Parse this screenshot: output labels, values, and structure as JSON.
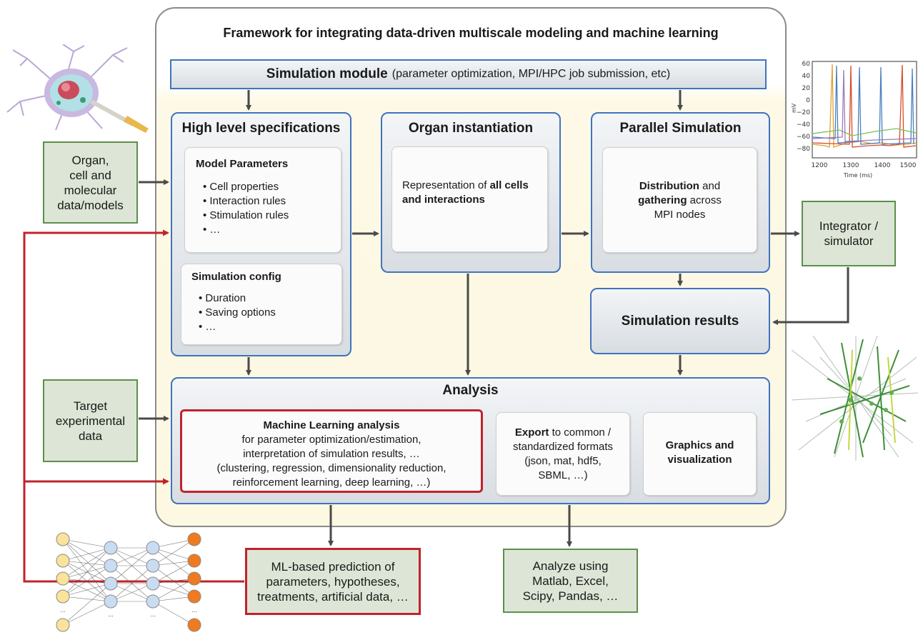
{
  "framework": {
    "title": "Framework for integrating data-driven multiscale modeling and machine learning"
  },
  "simulation_module": {
    "title": "Simulation module",
    "detail": "(parameter optimization, MPI/HPC job submission, etc)"
  },
  "high_level": {
    "title": "High level specifications",
    "model_parameters": {
      "title": "Model Parameters",
      "items": [
        "Cell properties",
        "Interaction rules",
        "Stimulation rules",
        "…"
      ]
    },
    "simulation_config": {
      "title": "Simulation config",
      "items": [
        "Duration",
        "Saving options",
        "…"
      ]
    }
  },
  "organ_instantiation": {
    "title": "Organ instantiation",
    "text_plain": "Representation of ",
    "text_bold": "all cells and interactions"
  },
  "parallel_simulation": {
    "title": "Parallel Simulation",
    "bold1": "Distribution",
    "plain1": " and",
    "bold2": "gathering",
    "plain2": " across",
    "plain3": "MPI nodes"
  },
  "simulation_results": {
    "title": "Simulation results"
  },
  "analysis": {
    "title": "Analysis",
    "ml": {
      "title": "Machine Learning analysis",
      "lines": [
        "for parameter optimization/estimation,",
        "interpretation of simulation results, …",
        "(clustering, regression, dimensionality reduction,",
        "reinforcement learning, deep learning, …)"
      ]
    },
    "export": {
      "bold": "Export",
      "rest": " to common /",
      "lines": [
        "standardized formats",
        "(json, mat, hdf5,",
        "SBML, …)"
      ]
    },
    "graphics": {
      "line1": "Graphics and",
      "line2": "visualization"
    }
  },
  "inputs": {
    "organ_data": [
      "Organ,",
      "cell and",
      "molecular",
      "data/models"
    ],
    "target_data": [
      "Target",
      "experimental",
      "data"
    ],
    "integrator": [
      "Integrator /",
      "simulator"
    ]
  },
  "outputs": {
    "ml_prediction": [
      "ML-based prediction of",
      "parameters, hypotheses,",
      "treatments, artificial data, …"
    ],
    "analyze_using": [
      "Analyze using",
      "Matlab, Excel,",
      "Scipy, Pandas, …"
    ]
  },
  "voltage_plot": {
    "ylabel": "mV",
    "xlabel": "Time (ms)",
    "yticks": [
      "60",
      "40",
      "20",
      "0",
      "−20",
      "−40",
      "−60",
      "−80"
    ],
    "xticks": [
      "1200",
      "1300",
      "1400",
      "1500"
    ]
  },
  "nn_ellipsis": "...",
  "colors": {
    "blue_border": "#3f74bd",
    "green_border": "#5b8f4b",
    "green_fill": "#dde6d6",
    "red": "#c0232b",
    "arrow": "#4a4a4a"
  }
}
